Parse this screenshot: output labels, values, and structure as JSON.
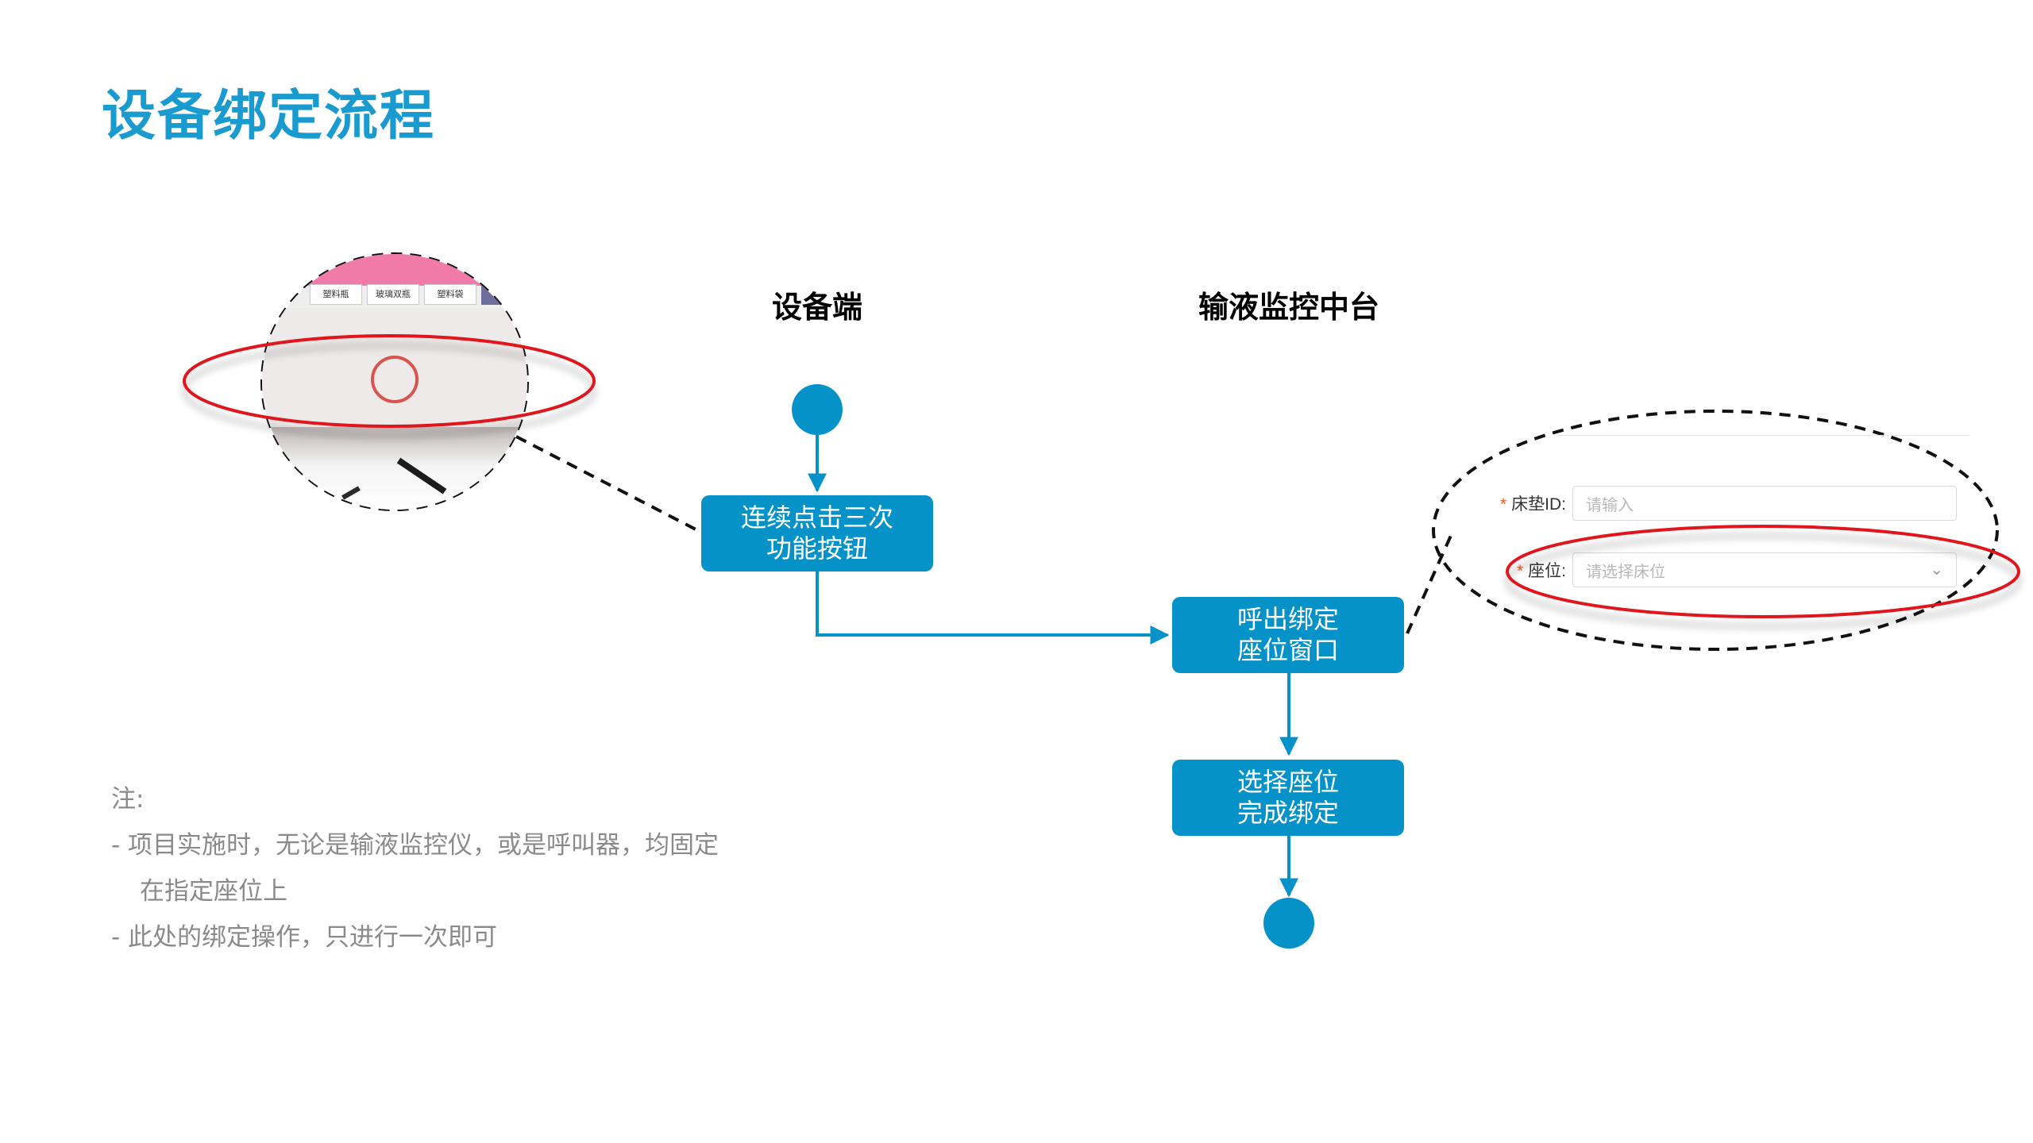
{
  "title": "设备绑定流程",
  "lanes": {
    "device": "设备端",
    "center": "输液监控中台"
  },
  "nodes": {
    "n1": {
      "line1": "连续点击三次",
      "line2": "功能按钮"
    },
    "n2": {
      "line1": "呼出绑定",
      "line2": "座位窗口"
    },
    "n3": {
      "line1": "选择座位",
      "line2": "完成绑定"
    }
  },
  "device_screen": {
    "tabs": [
      "塑料瓶",
      "玻璃双瓶",
      "塑料袋"
    ]
  },
  "form": {
    "bed_label": "床垫ID:",
    "bed_placeholder": "请输入",
    "seat_label": "座位:",
    "seat_placeholder": "请选择床位",
    "required_mark": "*"
  },
  "notes": {
    "heading": "注:",
    "items": [
      "- 项目实施时，无论是输液监控仪，或是呼叫器，均固定",
      "在指定座位上",
      "- 此处的绑定操作，只进行一次即可"
    ]
  },
  "colors": {
    "accent": "#0592c9",
    "title": "#1a9bd0",
    "highlight_ring": "#e0161e",
    "note_text": "#8a8a8a"
  }
}
